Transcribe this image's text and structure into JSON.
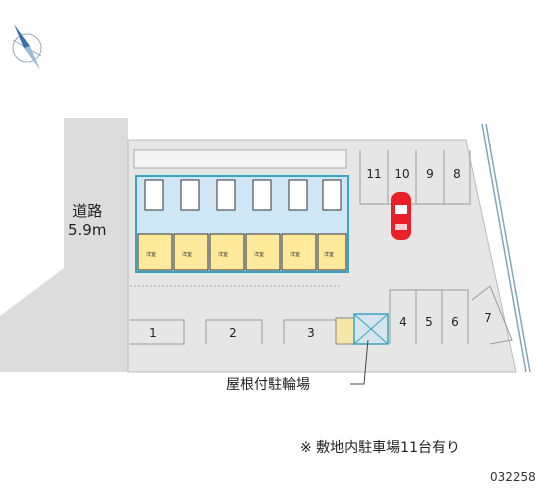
{
  "road": {
    "name": "道路",
    "width": "5.9m"
  },
  "bicycle_parking_label": "屋根付駐輪場",
  "note": "※ 敷地内駐車場11台有り",
  "property_code": "032258",
  "units": {
    "room_label": "洋室"
  },
  "parking_spaces": {
    "top": [
      "11",
      "10",
      "9",
      "8"
    ],
    "bottom_right": [
      "4",
      "5",
      "6",
      "7"
    ],
    "bottom_left": [
      "1",
      "2",
      "3"
    ]
  },
  "compass": {
    "icon": "north-arrow-icon"
  },
  "colors": {
    "lot": "#e6e6e6",
    "road": "#dcdcdc",
    "building_yellow": "#ffe99a",
    "building_blue": "#cfe7f4",
    "building_wall": "#3aa3c0",
    "car": "#e8202a"
  }
}
